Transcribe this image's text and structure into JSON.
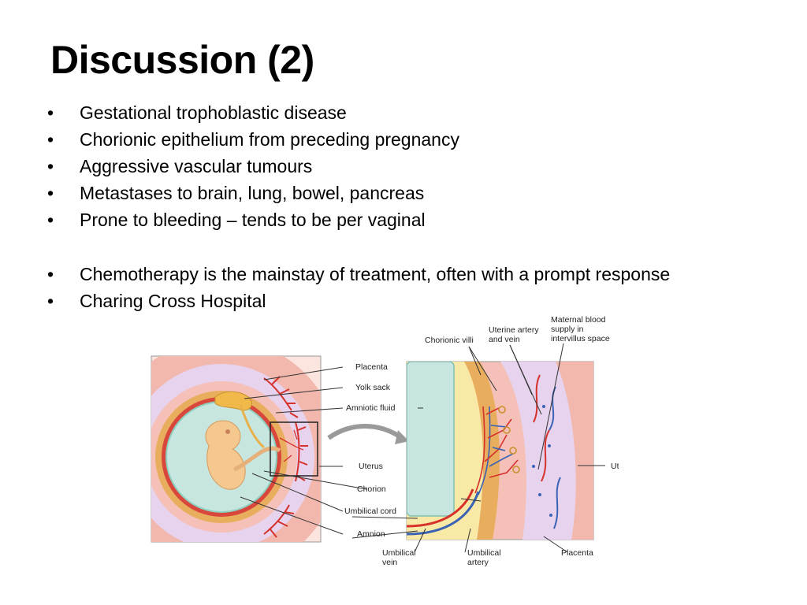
{
  "slide": {
    "title": "Discussion (2)",
    "bullets_group1": [
      "Gestational trophoblastic disease",
      "Chorionic epithelium from preceding pregnancy",
      "Aggressive vascular tumours",
      "Metastases to brain, lung, bowel, pancreas",
      "Prone to bleeding – tends to be per vaginal"
    ],
    "bullets_group2": [
      "Chemotherapy is the mainstay of treatment, often with a prompt response",
      "Charing Cross Hospital"
    ],
    "bullet_glyph": "•"
  },
  "diagram": {
    "labels_left": {
      "placenta": "Placenta",
      "yolk_sack": "Yolk sack",
      "amniotic_fluid": "Amniotic fluid",
      "uterus": "Uterus",
      "chorion": "Chorion",
      "umbilical_cord": "Umbilical cord",
      "amnion": "Amnion"
    },
    "labels_right": {
      "chorionic_villi": "Chorionic villi",
      "uterine_artery_1": "Uterine artery",
      "uterine_artery_2": "and vein",
      "maternal_1": "Maternal blood",
      "maternal_2": "supply in",
      "maternal_3": "intervillus space",
      "uterus": "Uterus",
      "umbilical_vein_1": "Umbilical",
      "umbilical_vein_2": "vein",
      "umbilical_artery_1": "Umbilical",
      "umbilical_artery_2": "artery",
      "placenta": "Placenta"
    },
    "colors": {
      "uterus": "#f2b7ad",
      "placenta": "#e7d3ee",
      "chorion": "#e8ae5e",
      "amniotic_fluid": "#c6e6df",
      "embryo": "#f5c88f",
      "vessel_red": "#d6312b",
      "vessel_blue": "#3a63b5"
    }
  }
}
